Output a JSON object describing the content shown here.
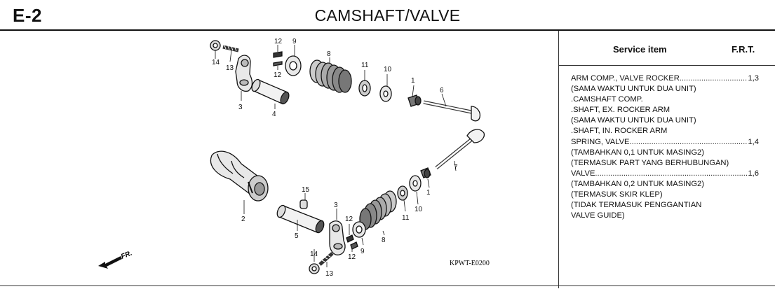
{
  "header": {
    "code": "E-2",
    "title": "CAMSHAFT/VALVE"
  },
  "service_table": {
    "col_item": "Service item",
    "col_frt": "F.R.T.",
    "rows": [
      {
        "label": "ARM COMP., VALVE ROCKER",
        "frt": "1,3"
      },
      {
        "note": "(SAMA WAKTU UNTUK DUA UNIT)"
      },
      {
        "note": ".CAMSHAFT COMP."
      },
      {
        "note": ".SHAFT, EX. ROCKER ARM"
      },
      {
        "note": "(SAMA WAKTU UNTUK DUA UNIT)"
      },
      {
        "note": ".SHAFT, IN. ROCKER ARM"
      },
      {
        "label": "SPRING, VALVE",
        "frt": "1,4"
      },
      {
        "note": "(TAMBAHKAN 0,1 UNTUK MASING2)"
      },
      {
        "note": "(TERMASUK PART YANG BERHUBUNGAN)"
      },
      {
        "label": "VALVE",
        "frt": "1,6"
      },
      {
        "note": "(TAMBAHKAN 0,2 UNTUK MASING2)"
      },
      {
        "note": "(TERMASUK SKIR KLEP)"
      },
      {
        "note": "(TIDAK TERMASUK PENGGANTIAN"
      },
      {
        "note": "VALVE GUIDE)"
      }
    ]
  },
  "diagram": {
    "fr_label": "FR.",
    "part_code": "KPWT-E0200",
    "callouts": {
      "c14a": "14",
      "c13a": "13",
      "c12a": "12",
      "c12b": "12",
      "c9a": "9",
      "c8a": "8",
      "c11a": "11",
      "c10a": "10",
      "c1a": "1",
      "c6": "6",
      "c3a": "3",
      "c4": "4",
      "c2": "2",
      "c7": "7",
      "c1b": "1",
      "c10b": "10",
      "c11b": "11",
      "c8b": "8",
      "c9b": "9",
      "c12c": "12",
      "c12d": "12",
      "c3b": "3",
      "c15": "15",
      "c5": "5",
      "c14b": "14",
      "c13b": "13"
    }
  }
}
